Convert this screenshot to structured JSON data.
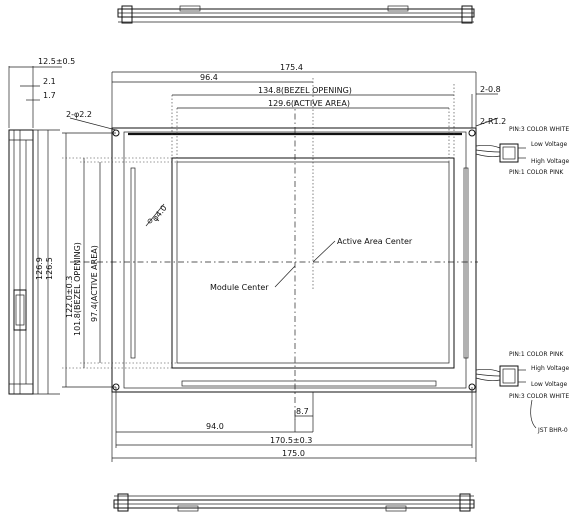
{
  "dimensions": {
    "side_thickness": "12.5±0.5",
    "side_offset_1": "2.1",
    "side_offset_2": "1.7",
    "overall_width_top": "175.4",
    "left_to_center": "96.4",
    "bezel_opening_width": "134.8(BEZEL OPENING)",
    "active_area_width": "129.6(ACTIVE AREA)",
    "right_offset": "2-0.8",
    "mount_hole": "2-φ2.2",
    "corner_radius": "2-R1.2",
    "height_outer_1": "126.9",
    "height_outer_2": "126.5",
    "height_122": "122.0±0.3",
    "bezel_opening_height": "101.8(BEZEL OPENING)",
    "active_area_height": "97.4(ACTIVE AREA)",
    "hole_dia": "φ4.0",
    "bottom_offset": "8.7",
    "bottom_94": "94.0",
    "bottom_170": "170.5±0.3",
    "bottom_175": "175.0"
  },
  "labels": {
    "active_area_center": "Active Area Center",
    "module_center": "Module Center"
  },
  "connector_top": {
    "pin3": "PIN:3 COLOR WHITE",
    "low": "Low Voltage",
    "high": "High Voltage",
    "pin1": "PIN:1 COLOR PINK"
  },
  "connector_bottom": {
    "pin1": "PIN:1 COLOR PINK",
    "high": "High Voltage",
    "low": "Low Voltage",
    "pin3": "PIN:3 COLOR WHITE",
    "jst": "JST BHR-0"
  }
}
